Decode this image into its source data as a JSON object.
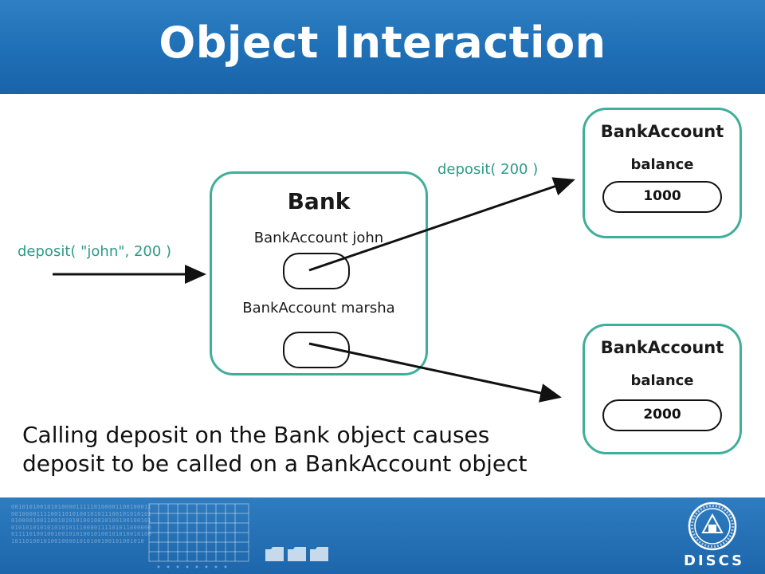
{
  "title": "Object Interaction",
  "bank": {
    "title": "Bank",
    "john_label": "BankAccount john",
    "marsha_label": "BankAccount marsha"
  },
  "account_top": {
    "title": "BankAccount",
    "field": "balance",
    "value": "1000"
  },
  "account_bottom": {
    "title": "BankAccount",
    "field": "balance",
    "value": "2000"
  },
  "calls": {
    "outer": "deposit( \"john\", 200 )",
    "inner": "deposit( 200 )"
  },
  "caption": {
    "line1": "Calling deposit on the Bank object causes",
    "line2": "deposit to be called on a BankAccount object"
  },
  "footer": {
    "binary": "0010101001010100001111101000011001000110010000111100110101001010111001010101010100001001100101010100100101001001001010101010101010101011100001111010110000000111101001001001010100101001010100101001011010010100100001010100100101001010",
    "logo_text": "DISCS"
  },
  "colors": {
    "header_blue": "#1f6fb6",
    "box_border": "#3fae9b",
    "call_label": "#2c9a86"
  }
}
